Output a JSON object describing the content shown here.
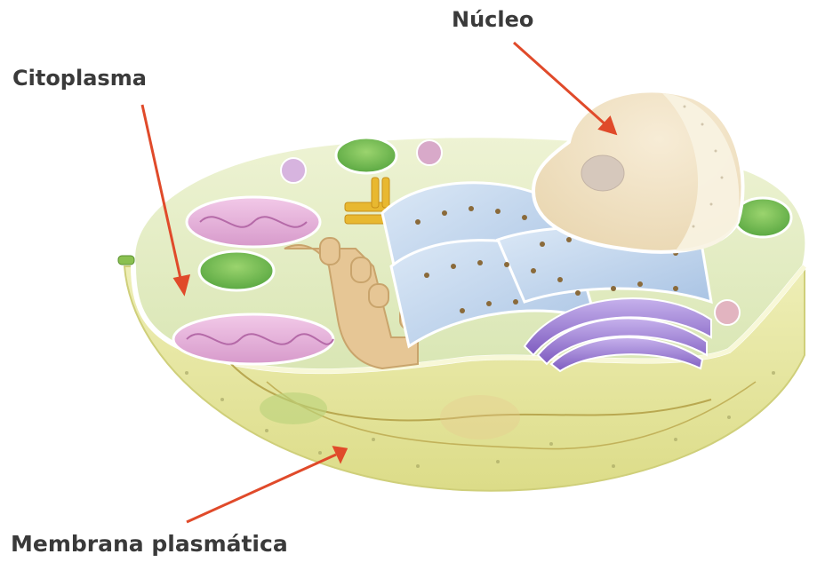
{
  "labels": {
    "nucleus": "Núcleo",
    "cytoplasm": "Citoplasma",
    "membrane": "Membrana plasmática"
  },
  "colors": {
    "arrow": "#e04a2a",
    "label_text": "#3a3a3a",
    "membrane": "#eeeeb0",
    "cytoplasm": "#e3ecc8",
    "nucleus": "#f3e6c8",
    "mitochondria": "#e8b6dc",
    "chloroplast_like": "#7fc35a",
    "golgi": "#a98cd6",
    "reticulum": "#c9dcf0",
    "smooth_er": "#e3c08f"
  },
  "icons": [
    "cell-diagram",
    "arrow-nucleus",
    "arrow-cytoplasm",
    "arrow-membrane"
  ]
}
